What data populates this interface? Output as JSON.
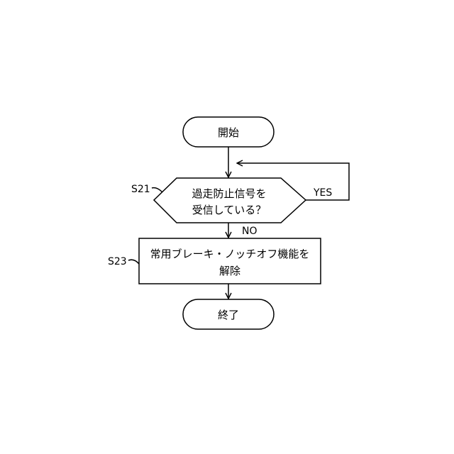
{
  "diagram": {
    "start_label": "開始",
    "decision": {
      "step_id": "S21",
      "line1": "過走防止信号を",
      "line2": "受信している？",
      "yes_label": "YES",
      "no_label": "NO"
    },
    "process": {
      "step_id": "S23",
      "line1": "常用ブレーキ・ノッチオフ機能を",
      "line2": "解除"
    },
    "end_label": "終了"
  }
}
